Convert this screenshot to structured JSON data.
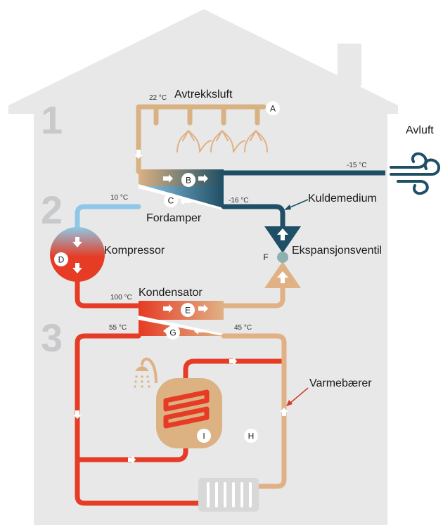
{
  "colors": {
    "house": "#e8e8e9",
    "exhaust": "#d9b283",
    "outgoing": "#1f4f66",
    "cold": "#8ec8e6",
    "hot": "#e63b24",
    "warm": "#e0b185",
    "arrow": "#ffffff",
    "callout": "#d23a2b",
    "radiator": "#d8d8d8"
  },
  "steps": [
    "1",
    "2",
    "3"
  ],
  "labels": {
    "exhaust_air": "Avtrekksluft",
    "outgoing_air": "Avluft",
    "refrigerant": "Kuldemedium",
    "evaporator": "Fordamper",
    "compressor": "Kompressor",
    "expansion_valve": "Ekspansjonsventil",
    "condenser": "Kondensator",
    "heat_carrier": "Varmebærer"
  },
  "temperatures": {
    "exhaust_in": "22 °C",
    "outgoing": "-15 °C",
    "evap_out": "10 °C",
    "evap_in": "-16 °C",
    "cond_in": "100 °C",
    "hot_out": "55 °C",
    "return": "45 °C"
  },
  "markers": [
    "A",
    "B",
    "C",
    "D",
    "E",
    "F",
    "G",
    "H",
    "I"
  ],
  "icons": [
    "house-silhouette",
    "wind-icon",
    "shower-icon",
    "radiator-icon",
    "expansion-valve-icon",
    "compressor-icon",
    "water-tank-icon"
  ]
}
